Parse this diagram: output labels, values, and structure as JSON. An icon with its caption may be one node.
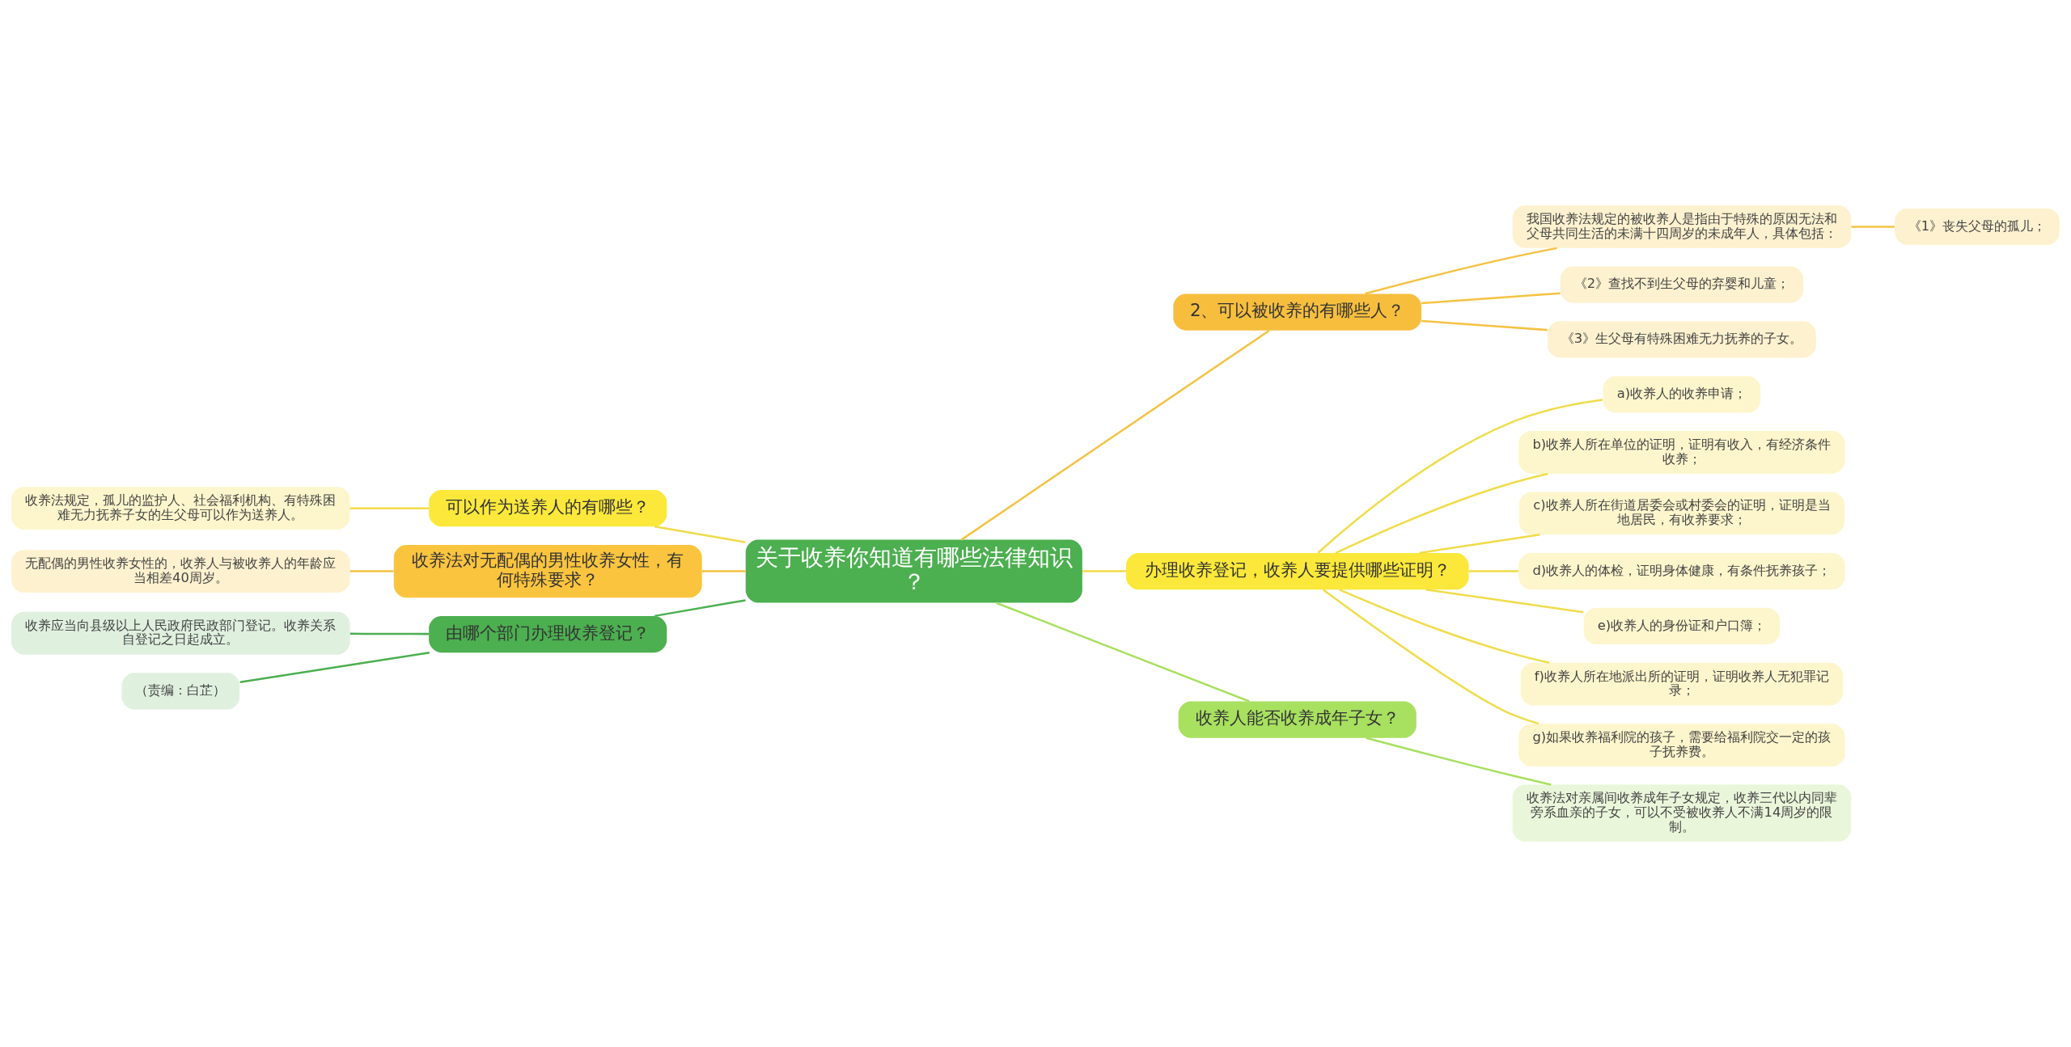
{
  "diagram": {
    "nodes": [
      {
        "text": [
          "关于收养你知道有哪些法律知识？"
        ]
      },
      {
        "text": [
          "2、可以被收养的有哪些人？"
        ]
      },
      {
        "text": [
          "我国收养法规定的被收养人是指由于特殊的原因无法和父母共同生活的未满十四周岁的未成年人，具体包括："
        ]
      },
      {
        "text": [
          "《1》丧失父母的孤儿；"
        ]
      },
      {
        "text": [
          "《2》查找不到生父母的弃婴和儿童；"
        ]
      },
      {
        "text": [
          "《3》生父母有特殊困难无力抚养的子女。"
        ]
      },
      {
        "text": [
          "办理收养登记，收养人要提供哪些证明？"
        ]
      },
      {
        "text": [
          "a)收养人的收养申请；"
        ]
      },
      {
        "text": [
          "b)收养人所在单位的证明，证明有收入，有经济条件收养；"
        ]
      },
      {
        "text": [
          "c)收养人所在街道居委会或村委会的证明，证明是当地居民，有收养要求；"
        ]
      },
      {
        "text": [
          "d)收养人的体检，证明身体健康，有条件抚养孩子；"
        ]
      },
      {
        "text": [
          "e)收养人的身份证和户口簿；"
        ]
      },
      {
        "text": [
          "f)收养人所在地派出所的证明，证明收养人无犯罪记录；"
        ]
      },
      {
        "text": [
          "g)如果收养福利院的孩子，需要给福利院交一定的孩子抚养费。"
        ]
      },
      {
        "text": [
          "收养人能否收养成年子女？"
        ]
      },
      {
        "text": [
          "收养法对亲属间收养成年子女规定，收养三代以内同辈旁系血亲的子女，可以不受被收养人不满14周岁的限制。"
        ]
      },
      {
        "text": [
          "可以作为送养人的有哪些？"
        ]
      },
      {
        "text": [
          "收养法规定，孤儿的监护人、社会福利机构、有特殊困难无力抚养子女的生父母可以作为送养人。"
        ]
      },
      {
        "text": [
          "收养法对无配偶的男性收养女性，有何特殊要求？"
        ]
      },
      {
        "text": [
          "无配偶的男性收养女性的，收养人与被收养人的年龄应当相差40周岁。"
        ]
      },
      {
        "text": [
          "由哪个部门办理收养登记？"
        ]
      },
      {
        "text": [
          "收养应当向县级以上人民政府民政部门登记。收养关系自登记之日起成立。"
        ]
      },
      {
        "text": [
          "（责编：白芷）"
        ]
      }
    ],
    "edges": [
      {
        "from": 0,
        "to": 1,
        "arrow": "none",
        "color": "#f5c242"
      },
      {
        "from": 1,
        "to": 2,
        "arrow": "none",
        "color": "#f5c242"
      },
      {
        "from": 2,
        "to": 3,
        "arrow": "none",
        "color": "#f5c242"
      },
      {
        "from": 1,
        "to": 4,
        "arrow": "none",
        "color": "#f5c242"
      },
      {
        "from": 1,
        "to": 5,
        "arrow": "none",
        "color": "#f5c242"
      },
      {
        "from": 0,
        "to": 6,
        "arrow": "none"
      },
      {
        "from": 6,
        "to": 7,
        "arrow": "none"
      },
      {
        "from": 6,
        "to": 8,
        "arrow": "none"
      },
      {
        "from": 6,
        "to": 9,
        "arrow": "none"
      },
      {
        "from": 6,
        "to": 10,
        "arrow": "none"
      },
      {
        "from": 6,
        "to": 11,
        "arrow": "none"
      },
      {
        "from": 6,
        "to": 12,
        "arrow": "none"
      },
      {
        "from": 6,
        "to": 13,
        "arrow": "none"
      },
      {
        "from": 0,
        "to": 14,
        "arrow": "none",
        "color": "#a8e05f"
      },
      {
        "from": 14,
        "to": 15,
        "arrow": "none",
        "color": "#a8e05f"
      },
      {
        "from": 0,
        "to": 16,
        "arrow": "none"
      },
      {
        "from": 16,
        "to": 17,
        "arrow": "none"
      },
      {
        "from": 0,
        "to": 18,
        "arrow": "none",
        "color": "#f5c242"
      },
      {
        "from": 18,
        "to": 19,
        "arrow": "none",
        "color": "#f5c242"
      },
      {
        "from": 0,
        "to": 20,
        "arrow": "none",
        "color": "#4caf50"
      },
      {
        "from": 20,
        "to": 21,
        "arrow": "none",
        "color": "#4caf50"
      },
      {
        "from": 20,
        "to": 22,
        "arrow": "none",
        "color": "#4caf50"
      }
    ]
  }
}
